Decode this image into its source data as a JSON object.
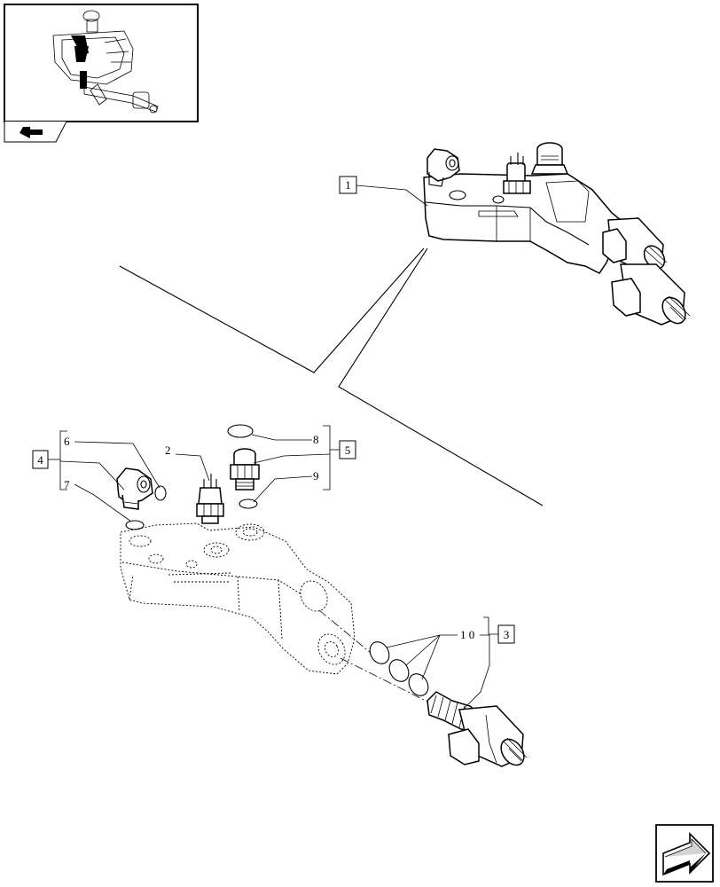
{
  "callouts": {
    "c1": "1",
    "c2": "2",
    "c3": "3",
    "c4": "4",
    "c5": "5",
    "c6": "6",
    "c7": "7",
    "c8": "8",
    "c9": "9",
    "c10": "1 0"
  },
  "icons": {
    "thumbnail": "tractor-overview-thumbnail",
    "nav_prev": "arrow-left-icon",
    "nav_next": "arrow-right-icon"
  }
}
